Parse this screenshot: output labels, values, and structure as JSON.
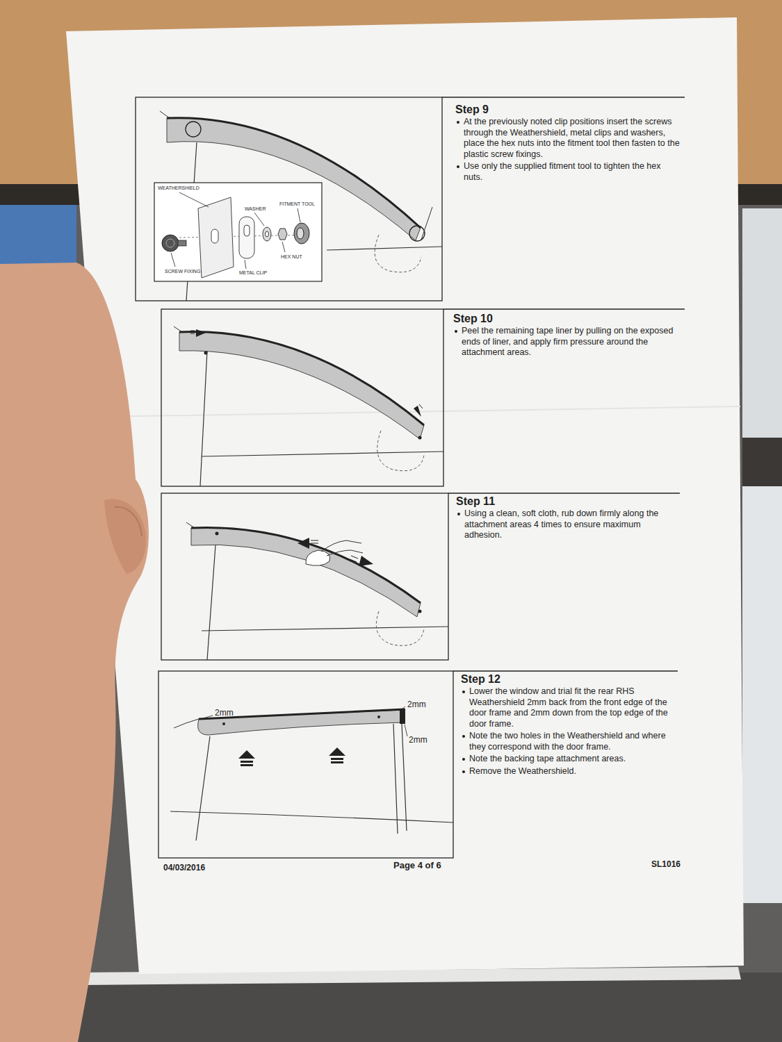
{
  "diagram": {
    "nodes": [
      {
        "text": [
          "Step 9",
          "At the previously noted clip positions insert the screws through the Weathershield, metal clips and washers, place the hex nuts into the fitment tool then fasten to the plastic screw fixings.",
          "Use only the supplied fitment tool to tighten the hex nuts."
        ]
      },
      {
        "text": [
          "Step 10",
          "Peel the remaining tape liner by pulling on the exposed ends of liner, and apply firm pressure around the attachment areas."
        ]
      },
      {
        "text": [
          "Step 11",
          "Using a clean, soft cloth, rub down firmly along the attachment areas 4 times to ensure maximum adhesion."
        ]
      },
      {
        "text": [
          "Step 12",
          "Lower the window and trial fit the rear RHS Weathershield 2mm back from the front edge of the door frame and 2mm down from the top edge of the door frame.",
          "Note the two holes in the Weathershield and where they correspond with the door frame.",
          "Note the backing tape attachment areas.",
          "Remove the Weathershield."
        ]
      }
    ],
    "labels": [
      "WEATHERSHIELD",
      "WASHER",
      "FITMENT TOOL",
      "HEX NUT",
      "SCREW FIXING",
      "METAL CLIP",
      "2mm",
      "2mm",
      "2mm",
      "04/03/2016",
      "Page 4 of 6",
      "SL1016"
    ]
  }
}
